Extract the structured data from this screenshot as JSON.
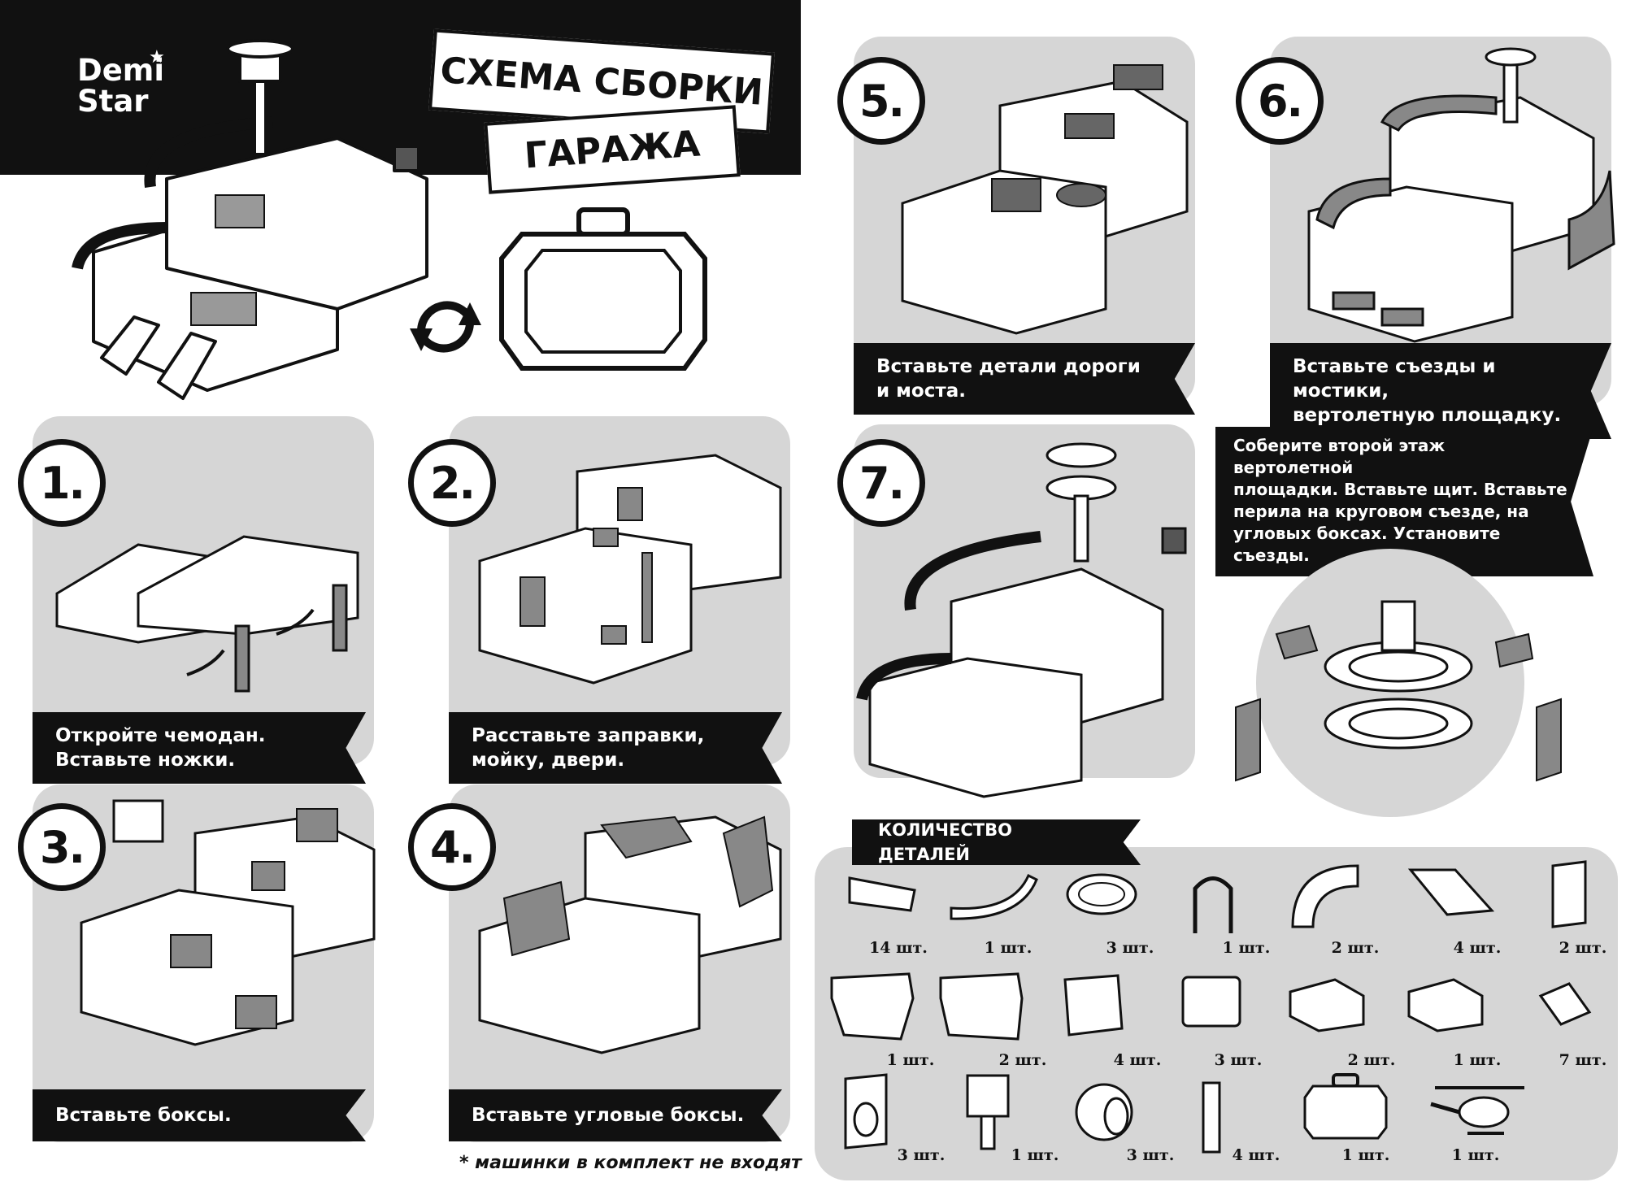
{
  "brand": {
    "logo_line1": "Demi",
    "logo_line2": "Star",
    "logo_star": "★"
  },
  "header": {
    "title_line1": "СХЕМА СБОРКИ",
    "title_line2": "ГАРАЖА"
  },
  "steps": [
    {
      "number": "1.",
      "caption_line1": "Откройте чемодан.",
      "caption_line2": "Вставьте ножки."
    },
    {
      "number": "2.",
      "caption_line1": "Расставьте заправки,",
      "caption_line2": "мойку, двери."
    },
    {
      "number": "3.",
      "caption_line1": "Вставьте боксы.",
      "caption_line2": ""
    },
    {
      "number": "4.",
      "caption_line1": "Вставьте угловые боксы.",
      "caption_line2": ""
    },
    {
      "number": "5.",
      "caption_line1": "Вставьте детали дороги",
      "caption_line2": "и моста."
    },
    {
      "number": "6.",
      "caption_line1": "Вставьте съезды и мостики,",
      "caption_line2": "вертолетную  площадку."
    },
    {
      "number": "7.",
      "caption_line1": "",
      "caption_line2": ""
    }
  ],
  "step7_note": {
    "line1": "Соберите второй этаж вертолетной",
    "line2": "площадки. Вставьте щит. Вставьте",
    "line3": "перила на круговом съезде, на",
    "line4": "угловых боксах. Установите съезды."
  },
  "footnote": "* машинки в комплект не входят",
  "parts": {
    "title": "КОЛИЧЕСТВО ДЕТАЛЕЙ",
    "row1": [
      "14 шт.",
      "1 шт.",
      "3 шт.",
      "1 шт.",
      "2 шт.",
      "4 шт.",
      "2 шт."
    ],
    "row2": [
      "1 шт.",
      "2 шт.",
      "4 шт.",
      "3 шт.",
      "2 шт.",
      "1 шт.",
      "7 шт."
    ],
    "row3": [
      "3 шт.",
      "1 шт.",
      "3 шт.",
      "4 шт.",
      "1 шт.",
      "1 шт."
    ]
  },
  "colors": {
    "panel": "#d6d6d6",
    "ink": "#111111",
    "paper": "#ffffff",
    "part_gray": "#8a8a8a"
  }
}
